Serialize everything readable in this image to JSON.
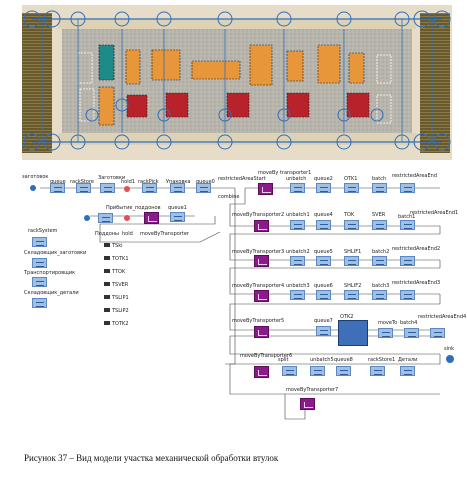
{
  "caption": "Рисунок 37 – Вид модели участка механической обработки втулок",
  "colors": {
    "machine": "#e8963a",
    "red": "#b8232b",
    "teal": "#1f8a8a",
    "floor": "#b7b4ac",
    "rail": "#7b6a36",
    "wire": "#2e6fbd",
    "block": "#9fc0e6",
    "purple": "#8c1a8c"
  },
  "rows": {
    "row1": [
      "заготовок",
      "queue",
      "rackStore",
      "Заготовки",
      "hold1",
      "rackPick",
      "Упаковка",
      "queue0",
      "restrictedAreaStart",
      "combine"
    ],
    "row1b": [
      "Прибытие_поддонов",
      "Поддоны",
      "hold",
      "moveByTransporter",
      "queue1"
    ],
    "row2": [
      "moveBy transporter1",
      "unbatch",
      "queue2",
      "OTK1",
      "batch",
      "restrictedAreaEnd"
    ],
    "row3": [
      "moveByTransporter2",
      "unbatch1",
      "queue4",
      "TOK",
      "SVER",
      "batch1",
      "restrictedAreaEnd1"
    ],
    "row4": [
      "moveByTransporter3",
      "unbatch2",
      "queue5",
      "SHLIF1",
      "batch2",
      "restrictedAreaEnd2"
    ],
    "row5": [
      "moveByTransporter4",
      "unbatch3",
      "queue6",
      "SHLIF2",
      "batch3",
      "restrictedAreaEnd3"
    ],
    "row6": [
      "moveByTransporter5",
      "queue7",
      "OTK2",
      "moveTo",
      "batch4",
      "restrictedAreaEnd4",
      "sink"
    ],
    "row7": [
      "moveByTransporter6",
      "split",
      "unbatch5",
      "queue8",
      "rackStore1",
      "Детали"
    ],
    "row8": [
      "moveByTransporter7"
    ]
  },
  "left_panel": {
    "items": [
      "rackSystem",
      "Складовщик_заготовки",
      "Транспортировщик",
      "Складовщик_детали"
    ],
    "resources": [
      "TSki",
      "TOTK1",
      "TTOK",
      "TSVER",
      "TSLIP1",
      "TSLIP2",
      "TOTK2"
    ]
  }
}
